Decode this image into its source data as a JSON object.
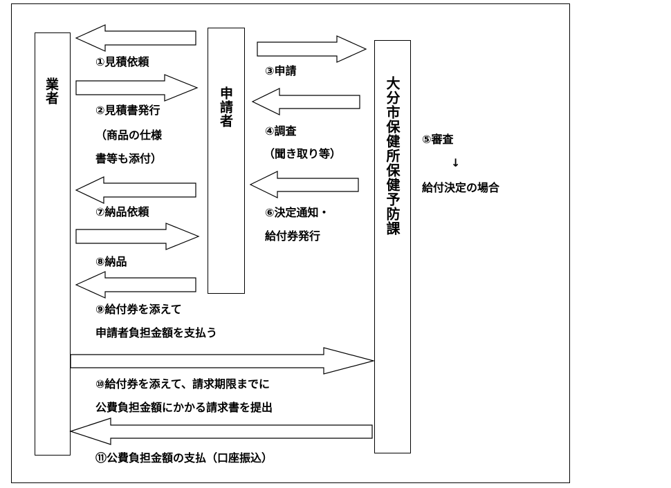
{
  "actors": {
    "vendor": "業者",
    "applicant": "申請者",
    "office": "大分市保健所保健予防課"
  },
  "steps": {
    "s1": "①見積依頼",
    "s2_line1": "②見積書発行",
    "s2_line2": "（商品の仕様",
    "s2_line3": "書等も添付）",
    "s3": "③申請",
    "s4_line1": "④調査",
    "s4_line2": "（聞き取り等）",
    "s5": "⑤審査",
    "s5_arrow": "↓",
    "s5_result": "給付決定の場合",
    "s6_line1": "⑥決定通知・",
    "s6_line2": "給付券発行",
    "s7": "⑦納品依頼",
    "s8": "⑧納品",
    "s9_line1": "⑨給付券を添えて",
    "s9_line2": "申請者負担金額を支払う",
    "s10_line1": "⑩給付券を添えて、請求期限までに",
    "s10_line2": "公費負担金額にかかる請求書を提出",
    "s11": "⑪公費負担金額の支払（口座振込）"
  }
}
